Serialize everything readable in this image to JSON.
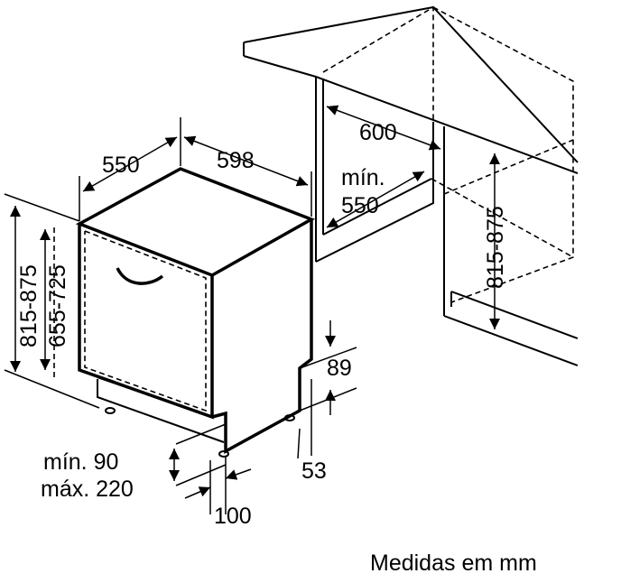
{
  "dimensions": {
    "depth": "550",
    "width": "598",
    "niche_width": "600",
    "niche_depth_label": "mín.",
    "niche_depth": "550",
    "height_total": "815-875",
    "height_door": "655-725",
    "niche_height": "815-875",
    "plinth_top": "89",
    "plinth_bottom": "53",
    "plinth_min": "mín. 90",
    "plinth_max": "máx. 220",
    "plinth_depth": "100"
  },
  "footer": {
    "units_note": "Medidas em mm"
  }
}
